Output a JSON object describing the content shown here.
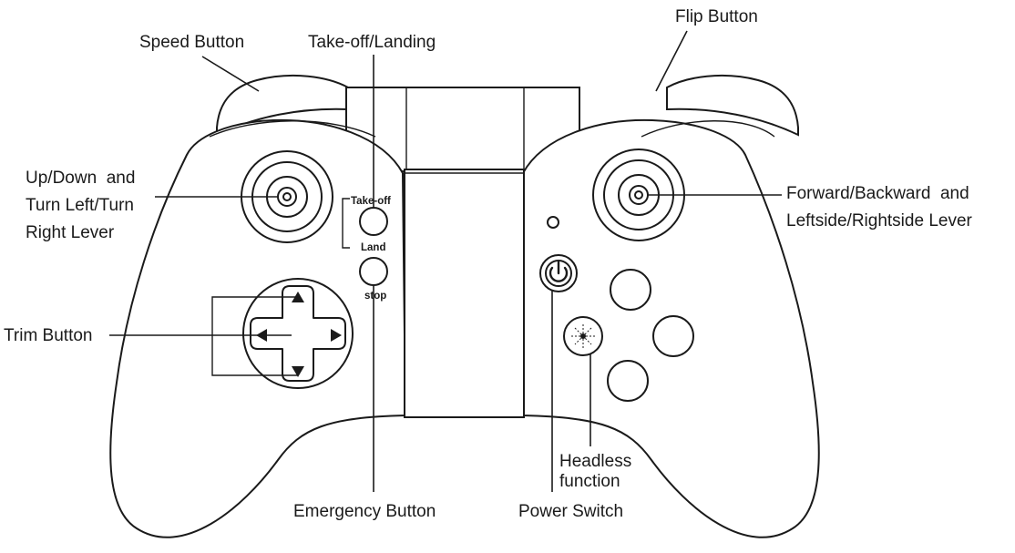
{
  "labels": {
    "speed_button": "Speed Button",
    "takeoff_landing": "Take-off/Landing",
    "flip_button": "Flip Button",
    "left_lever_line1": "Up/Down  and",
    "left_lever_line2": "Turn Left/Turn",
    "left_lever_line3": "Right Lever",
    "right_lever_line1": "Forward/Backward  and",
    "right_lever_line2": "Leftside/Rightside Lever",
    "trim_button": "Trim Button",
    "headless_line1": "Headless",
    "headless_line2": "function",
    "emergency_button": "Emergency Button",
    "power_switch": "Power Switch"
  },
  "controller_marks": {
    "takeoff": "Take-off",
    "land": "Land",
    "stop": "stop"
  },
  "icons": {
    "power": "power-icon",
    "headless": "headless-icon",
    "dpad_arrows": "arrow-icons"
  },
  "colors": {
    "line": "#1a1a1a",
    "background": "#ffffff"
  }
}
